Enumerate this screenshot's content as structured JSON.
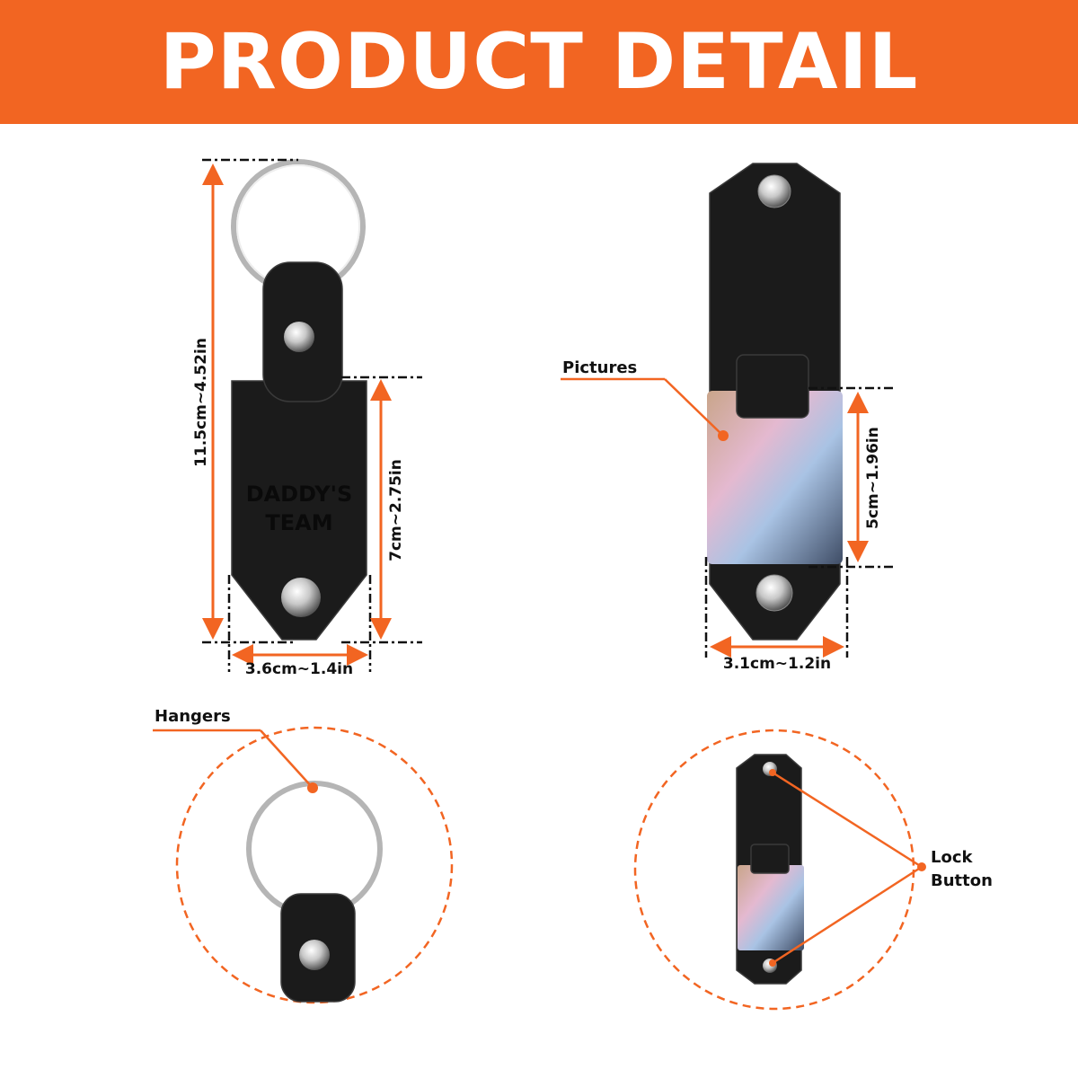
{
  "header": {
    "title": "PRODUCT DETAIL"
  },
  "colors": {
    "accent": "#f26522",
    "leather": "#1b1b1b",
    "background": "#ffffff"
  },
  "front_view": {
    "engraving_line1": "DADDY'S",
    "engraving_line2": "TEAM",
    "total_height": "11.5cm~4.52in",
    "body_height": "7cm~2.75in",
    "width": "3.6cm~1.4in"
  },
  "back_view": {
    "callout": "Pictures",
    "photo_height": "5cm~1.96in",
    "width": "3.1cm~1.2in"
  },
  "detail_hangers": {
    "callout": "Hangers"
  },
  "detail_lock": {
    "callout_line1": "Lock",
    "callout_line2": "Button"
  }
}
